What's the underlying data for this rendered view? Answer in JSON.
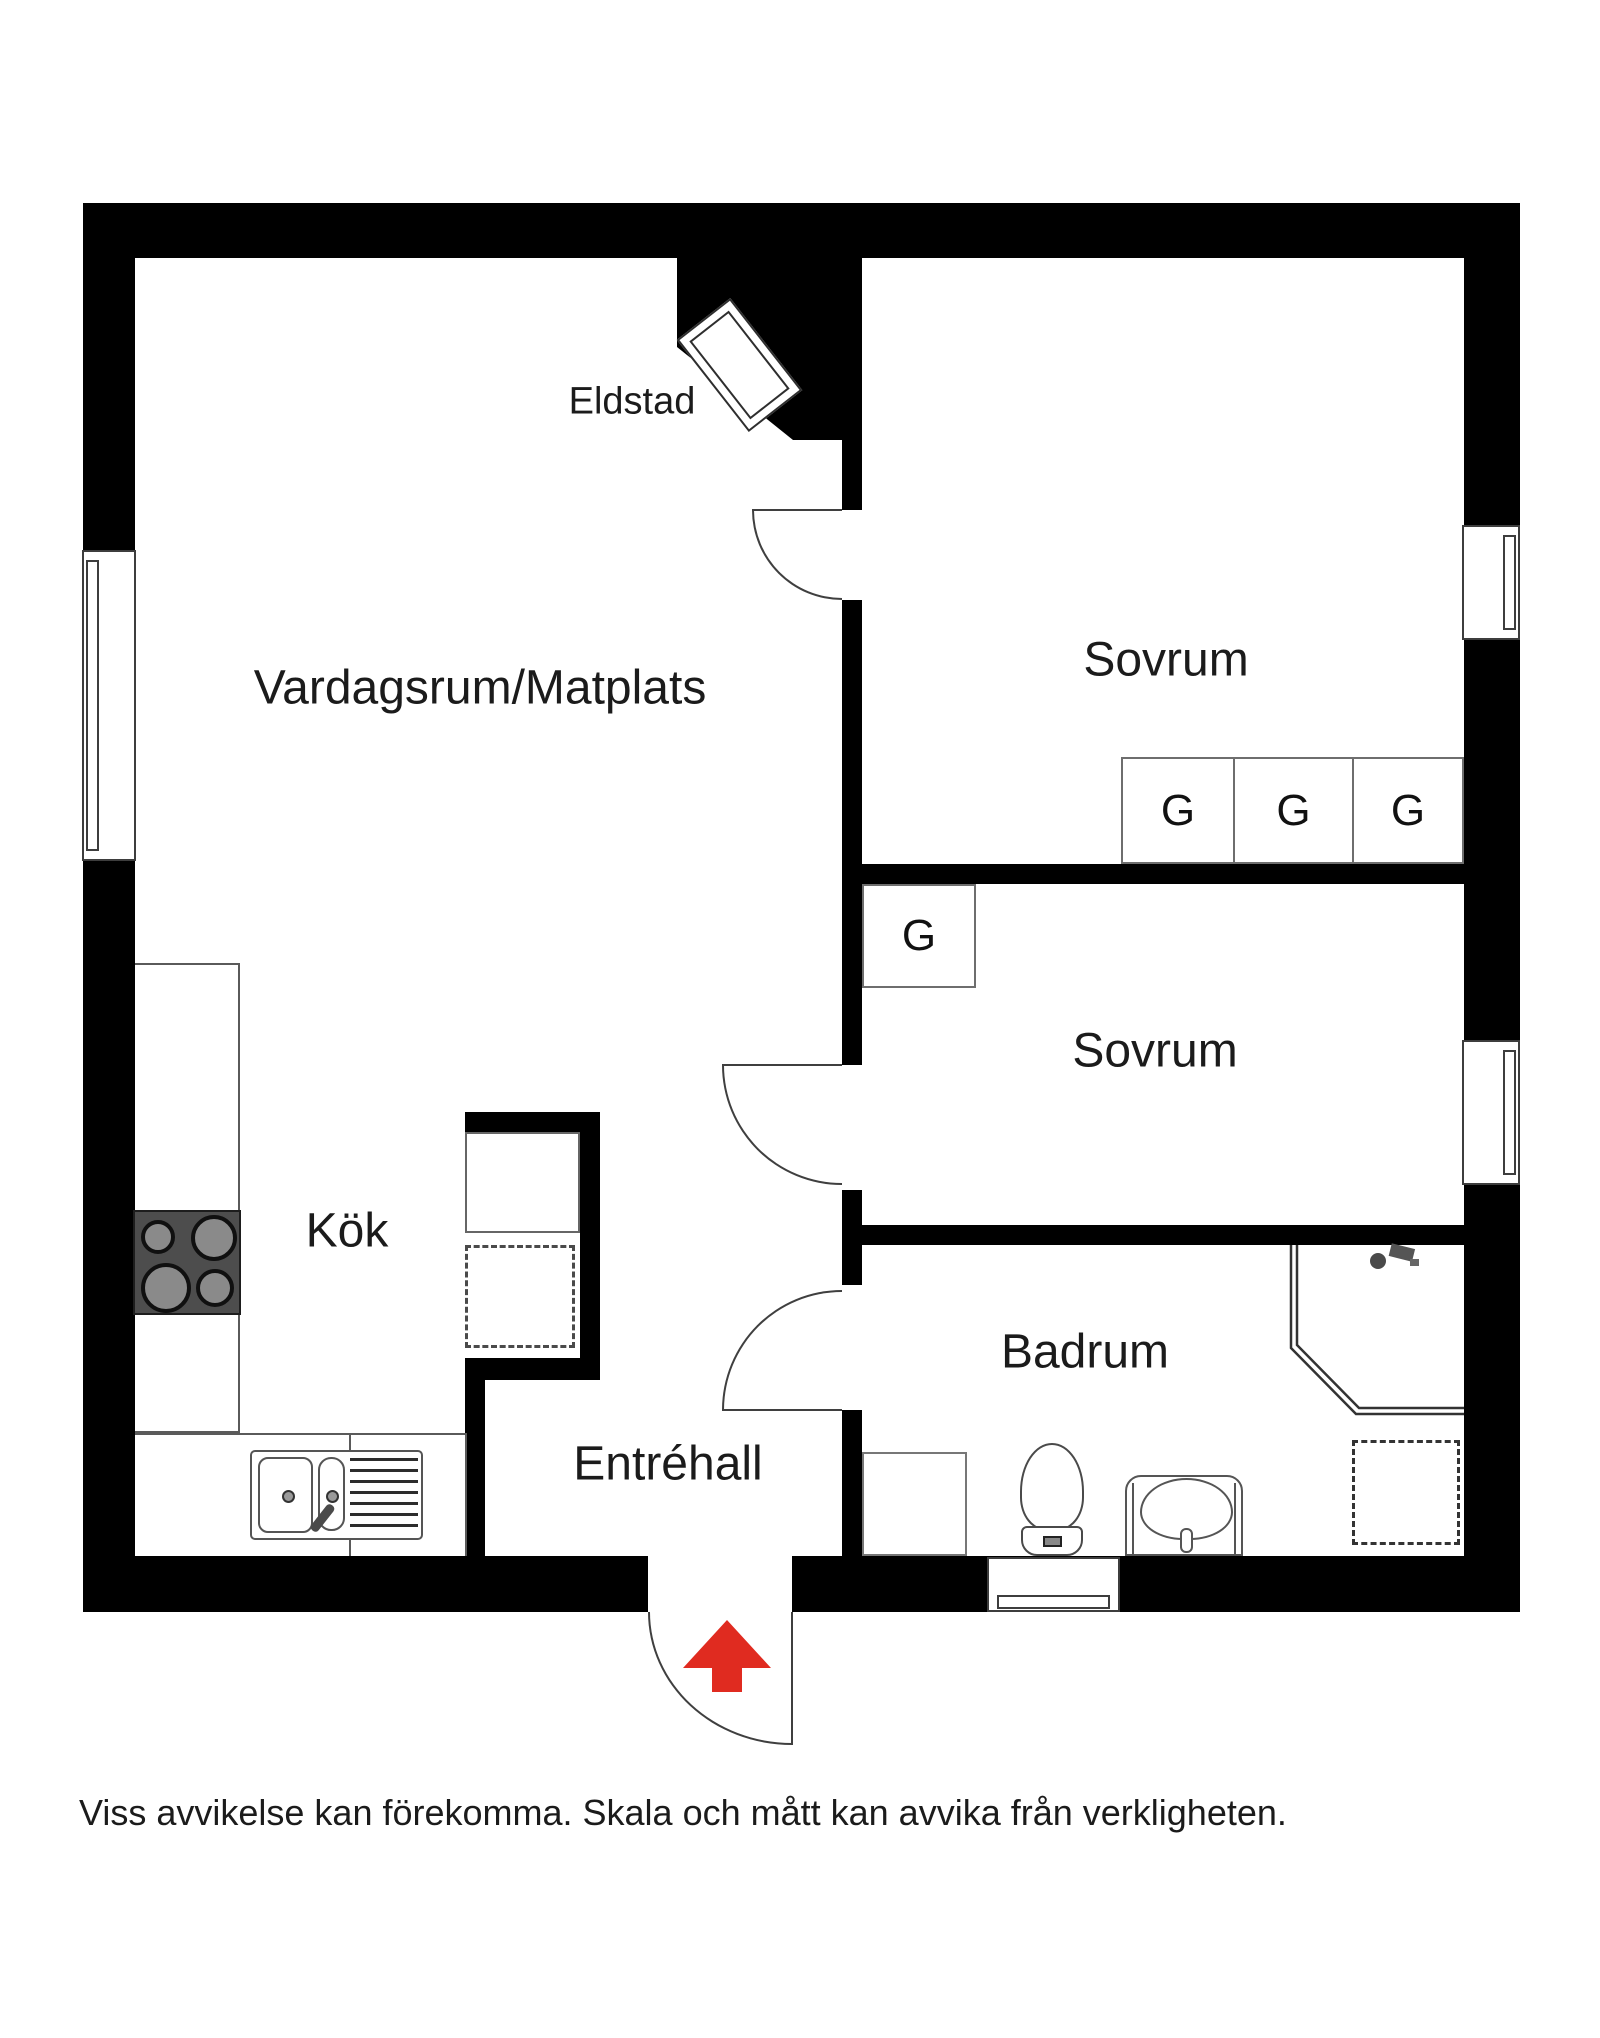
{
  "rooms": {
    "living": {
      "label": "Vardagsrum/Matplats"
    },
    "bedroom1": {
      "label": "Sovrum"
    },
    "bedroom2": {
      "label": "Sovrum"
    },
    "kitchen": {
      "label": "Kök"
    },
    "hall": {
      "label": "Entréhall"
    },
    "bathroom": {
      "label": "Badrum"
    }
  },
  "fireplace": {
    "label": "Eldstad"
  },
  "wardrobes": [
    {
      "label": "G"
    },
    {
      "label": "G"
    },
    {
      "label": "G"
    },
    {
      "label": "G"
    }
  ],
  "footer": {
    "disclaimer": "Viss avvikelse kan förekomma. Skala och mått kan avvika från verkligheten."
  },
  "colors": {
    "wall": "#000000",
    "entry_arrow": "#e02b20",
    "line": "#3f3f3f"
  }
}
